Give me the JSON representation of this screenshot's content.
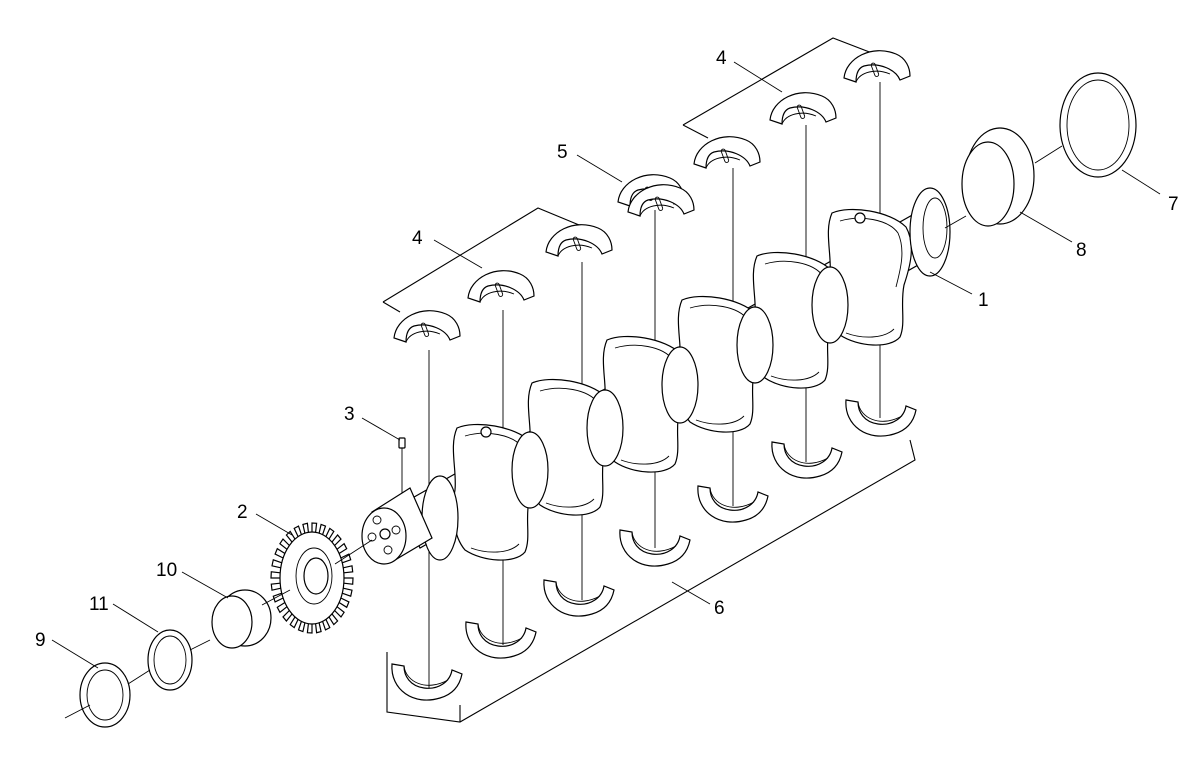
{
  "diagram": {
    "callouts": [
      {
        "id": "1",
        "label": "1"
      },
      {
        "id": "2",
        "label": "2"
      },
      {
        "id": "3",
        "label": "3"
      },
      {
        "id": "4a",
        "label": "4"
      },
      {
        "id": "4b",
        "label": "4"
      },
      {
        "id": "5",
        "label": "5"
      },
      {
        "id": "6",
        "label": "6"
      },
      {
        "id": "7",
        "label": "7"
      },
      {
        "id": "8",
        "label": "8"
      },
      {
        "id": "9",
        "label": "9"
      },
      {
        "id": "10",
        "label": "10"
      },
      {
        "id": "11",
        "label": "11"
      }
    ]
  },
  "colors": {
    "line": "#000000",
    "background": "#ffffff"
  }
}
